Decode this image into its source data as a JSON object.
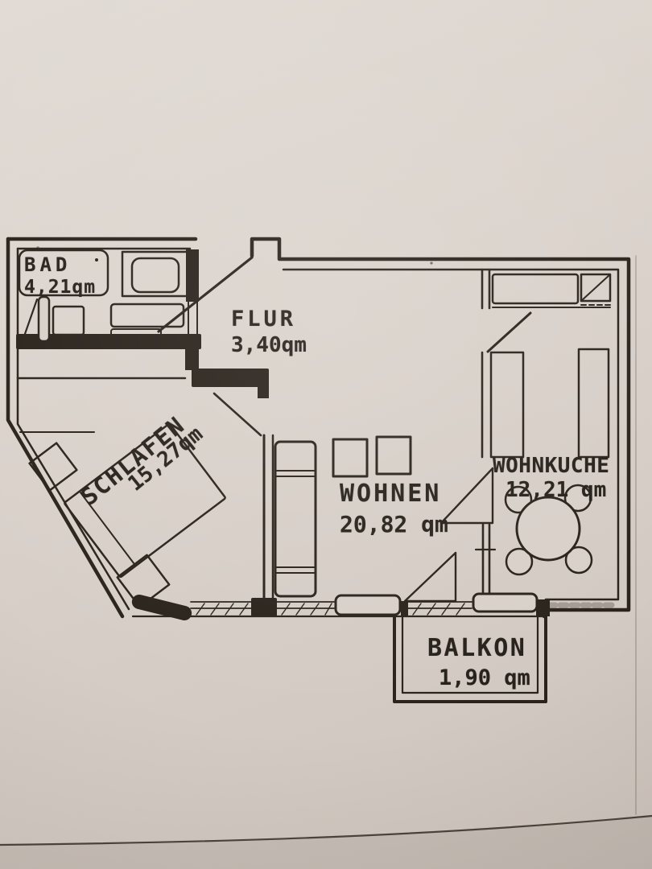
{
  "floor_plan": {
    "rooms": [
      {
        "id": "bad",
        "name": "BAD",
        "area": "4,21qm"
      },
      {
        "id": "flur",
        "name": "FLUR",
        "area": "3,40qm"
      },
      {
        "id": "schlafen",
        "name": "SCHLAFEN",
        "area": "15,27qm"
      },
      {
        "id": "wohnen",
        "name": "WOHNEN",
        "area": "20,82 qm"
      },
      {
        "id": "wohnkueche",
        "name": "WOHNKUCHE",
        "area": "12,21 qm"
      },
      {
        "id": "balkon",
        "name": "BALKON",
        "area": "1,90 qm"
      }
    ],
    "colors": {
      "paper": "#d8d0c9",
      "ink": "#2a231c"
    }
  }
}
